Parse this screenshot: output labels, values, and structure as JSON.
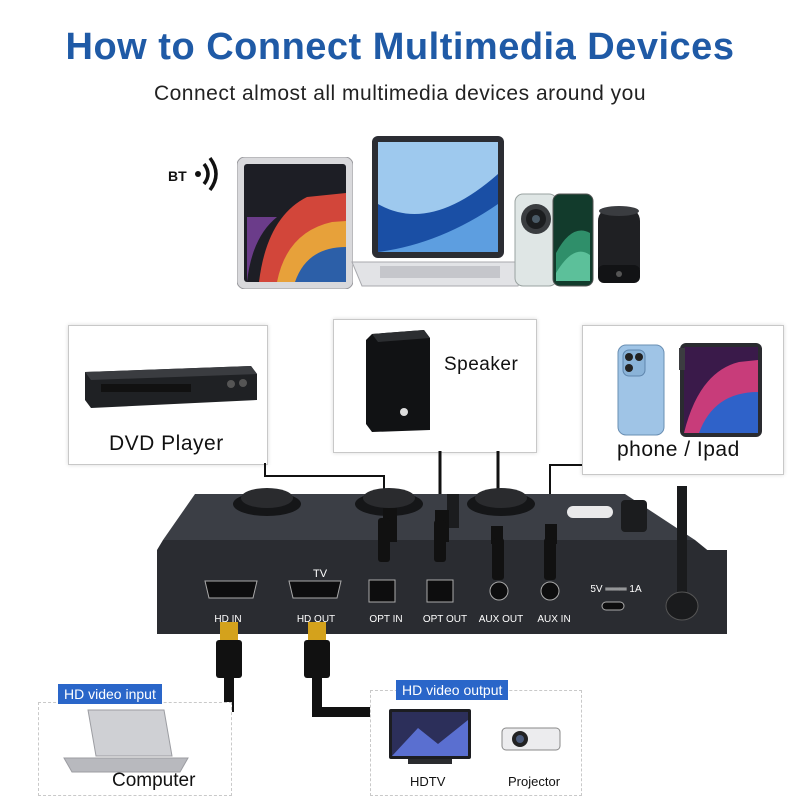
{
  "header": {
    "title": "How to Connect Multimedia Devices",
    "subtitle": "Connect almost all multimedia devices around you"
  },
  "bluetooth": {
    "label": "BT",
    "icon": "bluetooth-waves-icon"
  },
  "devices": {
    "dvd": {
      "label": "DVD Player"
    },
    "speaker": {
      "label": "Speaker"
    },
    "phone": {
      "label": "phone / Ipad"
    }
  },
  "mixer": {
    "tv_label": "TV",
    "ports": {
      "hd_in": "HD IN",
      "hd_out": "HD OUT",
      "opt_in": "OPT IN",
      "opt_out": "OPT OUT",
      "aux_out": "AUX OUT",
      "aux_in": "AUX IN",
      "power": "5V ═══ 1A"
    }
  },
  "outputs": {
    "input_tag": "HD video input",
    "output_tag": "HD video output",
    "computer": "Computer",
    "hdtv": "HDTV",
    "projector": "Projector"
  },
  "colors": {
    "title": "#1f5aa6",
    "tag_blue": "#2a66c9",
    "device_body": "#2a2c31",
    "hdmi_gold": "#d4a21c"
  }
}
